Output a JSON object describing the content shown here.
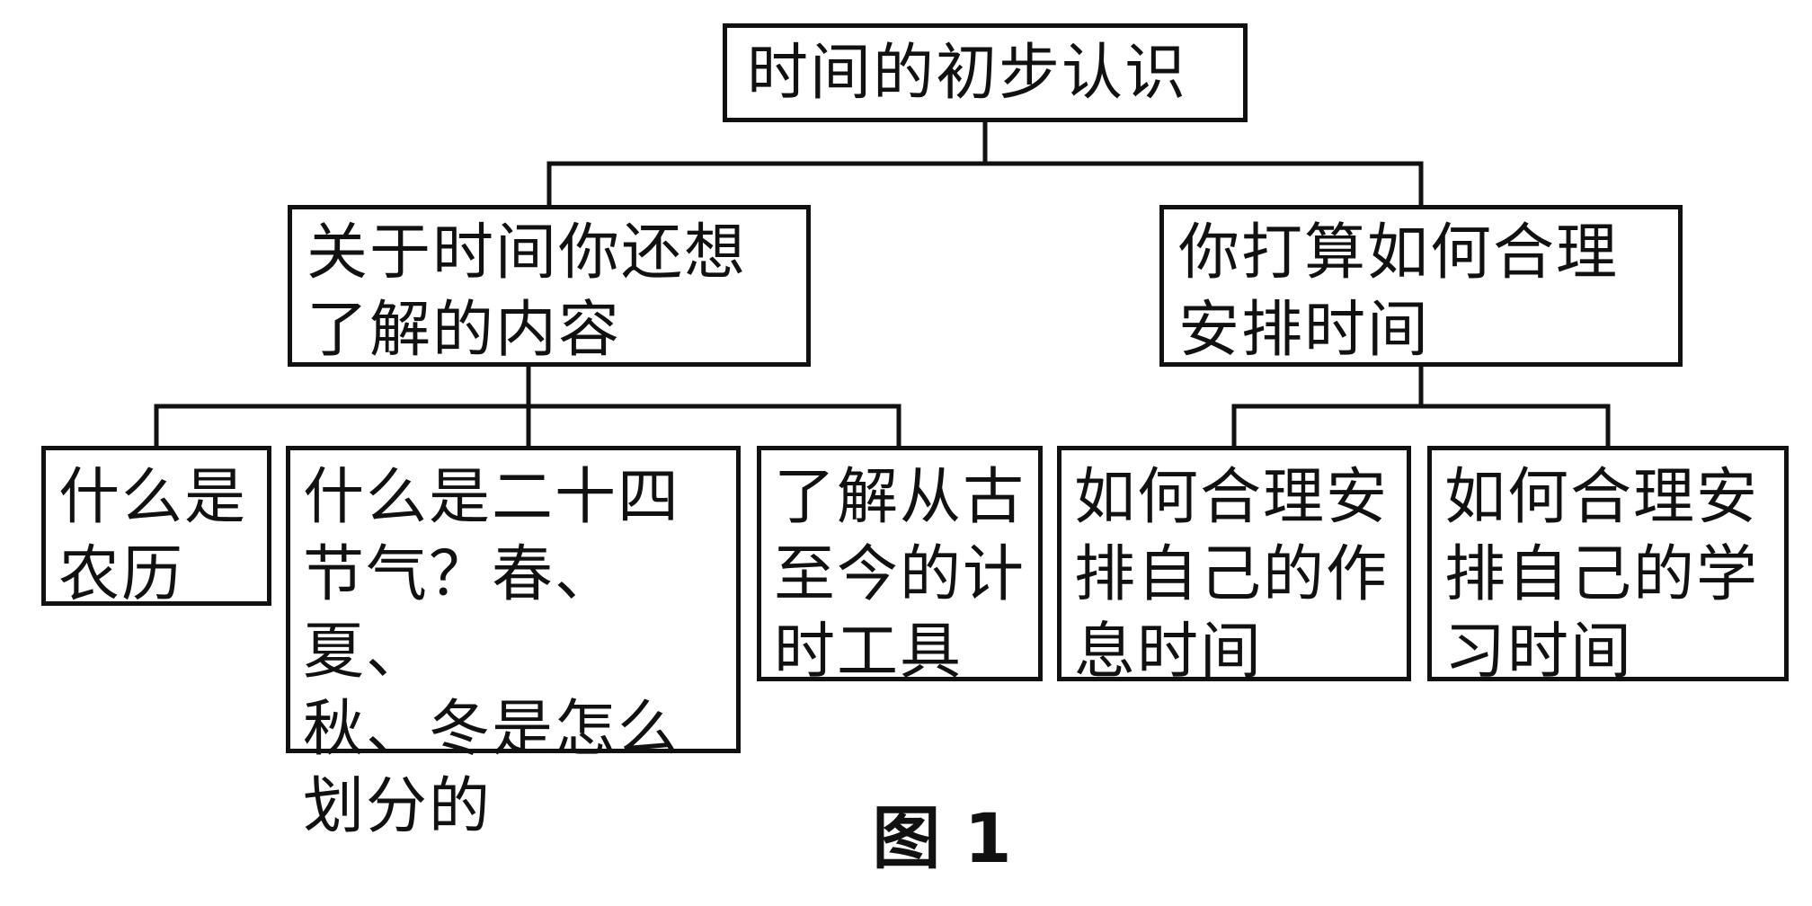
{
  "diagram": {
    "root": "时间的初步认识",
    "left": {
      "label": "关于时间你还想\n了解的内容",
      "children": [
        "什么是\n农历",
        "什么是二十四\n节气？春、夏、\n秋、冬是怎么\n划分的",
        "了解从古\n至今的计\n时工具"
      ]
    },
    "right": {
      "label": "你打算如何合理\n安排时间",
      "children": [
        "如何合理安\n排自己的作\n息时间",
        "如何合理安\n排自己的学\n习时间"
      ]
    }
  },
  "caption": "图 1"
}
